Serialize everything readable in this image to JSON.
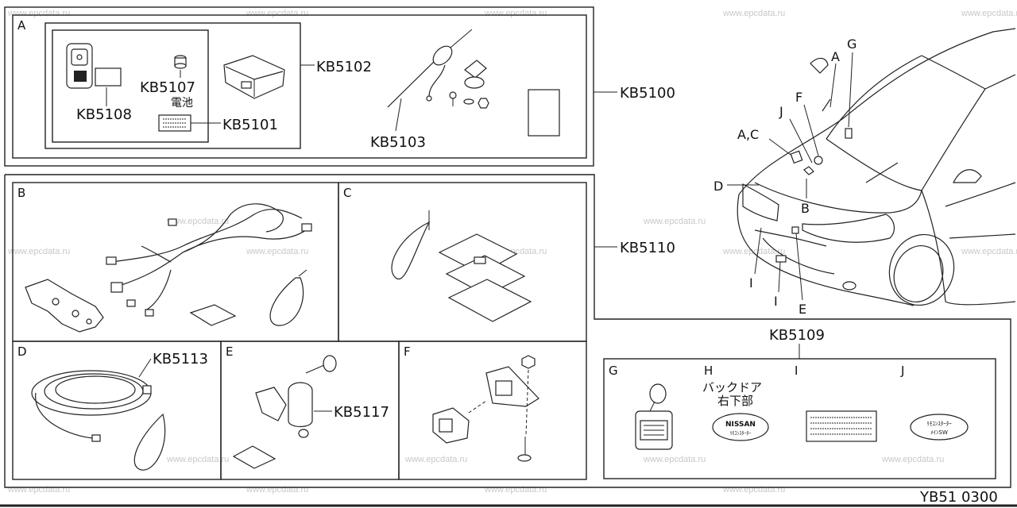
{
  "watermark": "www.epcdata.ru",
  "section_labels": {
    "a": "A",
    "b": "B",
    "c": "C",
    "d": "D",
    "e": "E",
    "f": "F",
    "g": "G",
    "h": "H",
    "i": "I",
    "j": "J"
  },
  "part_numbers": {
    "kb5100": "KB5100",
    "kb5101": "KB5101",
    "kb5102": "KB5102",
    "kb5103": "KB5103",
    "kb5107": "KB5107",
    "kb5107_note": "電池",
    "kb5108": "KB5108",
    "kb5109": "KB5109",
    "kb5110": "KB5110",
    "kb5113": "KB5113",
    "kb5117": "KB5117"
  },
  "car_callouts": {
    "a": "A",
    "g": "G",
    "f": "F",
    "j": "J",
    "ac": "A,C",
    "d": "D",
    "b": "B",
    "i1": "I",
    "i2": "I",
    "e": "E"
  },
  "label_h_note_1": "バックドア",
  "label_h_note_2": "右下部",
  "sticker_h_brand": "NISSAN",
  "sticker_h_sub": "ﾘﾓｺﾝｽﾀｰﾀｰ",
  "sticker_j_line1": "ﾘﾓｺﾝｽﾀｰﾀｰ",
  "sticker_j_line2": "ﾒｲﾝSW",
  "footer_code": "YB51 0300"
}
